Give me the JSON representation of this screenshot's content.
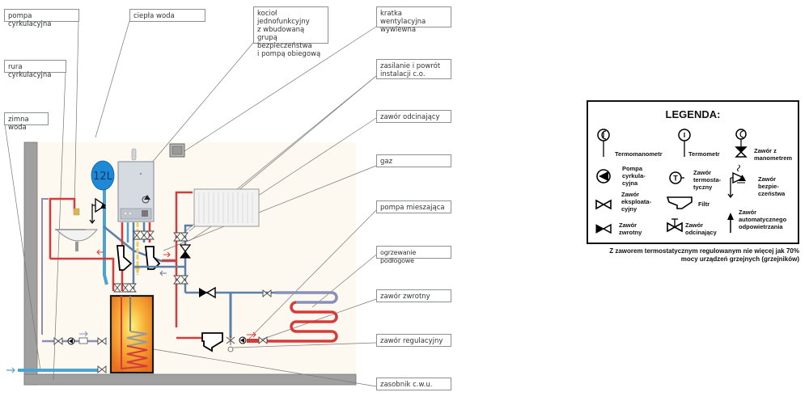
{
  "diagram": {
    "expansion_vessel_label": "12L",
    "colors": {
      "hot": "#d63a3a",
      "cold": "#4aa3d1",
      "return": "#5a7fa8",
      "circulation": "#8a8fb8",
      "gas": "#f0d060",
      "wall": "#9a9a9a",
      "room": "#fdf8f0",
      "tank": "#f39a2a"
    }
  },
  "callouts": [
    {
      "id": "pompa-cyrkulacyjna",
      "text": "pompa cyrkulacyjna"
    },
    {
      "id": "rura-cyrkulacyjna",
      "text": "rura cyrkulacyjna"
    },
    {
      "id": "zimna-woda",
      "text": "zimna woda"
    },
    {
      "id": "ciepla-woda",
      "text": "ciepła woda"
    },
    {
      "id": "kociol",
      "text": "kocioł jednofunkcyjny\nz wbudowaną grupą\nbezpieczeństwa\ni pompą obiegową"
    },
    {
      "id": "kratka",
      "text": "kratka wentylacyjna\nwywiewna"
    },
    {
      "id": "zasilanie",
      "text": "zasilanie i powrót\ninstalacji c.o."
    },
    {
      "id": "zawor-odcinajacy",
      "text": "zawór odcinający"
    },
    {
      "id": "gaz",
      "text": "gaz"
    },
    {
      "id": "pompa-mieszajaca",
      "text": "pompa mieszająca"
    },
    {
      "id": "ogrzewanie-podlogowe",
      "text": "ogrzewanie podłogowe"
    },
    {
      "id": "zawor-zwrotny",
      "text": "zawór zwrotny"
    },
    {
      "id": "zawor-regulacyjny",
      "text": "zawór regulacyjny"
    },
    {
      "id": "zasobnik",
      "text": "zasobnik c.w.u."
    }
  ],
  "legend": {
    "title": "LEGENDA:",
    "items": [
      {
        "icon": "termomanometr-icon",
        "text": "Termomanometr"
      },
      {
        "icon": "termometr-icon",
        "text": "Termometr"
      },
      {
        "icon": "valve-with-gauge-icon",
        "text": "Zawór z\nmanometrem"
      },
      {
        "icon": "circulation-pump-icon",
        "text": "Pompa\ncyrkula-\ncyjna"
      },
      {
        "icon": "thermostatic-valve-icon",
        "text": "Zawór\ntermosta-\ntyczny"
      },
      {
        "icon": "safety-valve-icon",
        "text": "Zawór\nbezpie-\nczeństwa"
      },
      {
        "icon": "service-valve-icon",
        "text": "Zawór\neksploata-\ncyjny"
      },
      {
        "icon": "filter-icon",
        "text": "Filtr"
      },
      {
        "icon": "check-valve-icon",
        "text": "Zawór\nzwrotny"
      },
      {
        "icon": "shutoff-valve-icon",
        "text": "Zawór\nodcinający"
      },
      {
        "icon": "air-vent-icon",
        "text": "Zawór\nautomatycznego\nodpowietrzania"
      }
    ]
  },
  "note": "Z zaworem termostatycznym regulowanym nie więcej jak 70%\nmocy urządzeń grzejnych (grzejników)"
}
